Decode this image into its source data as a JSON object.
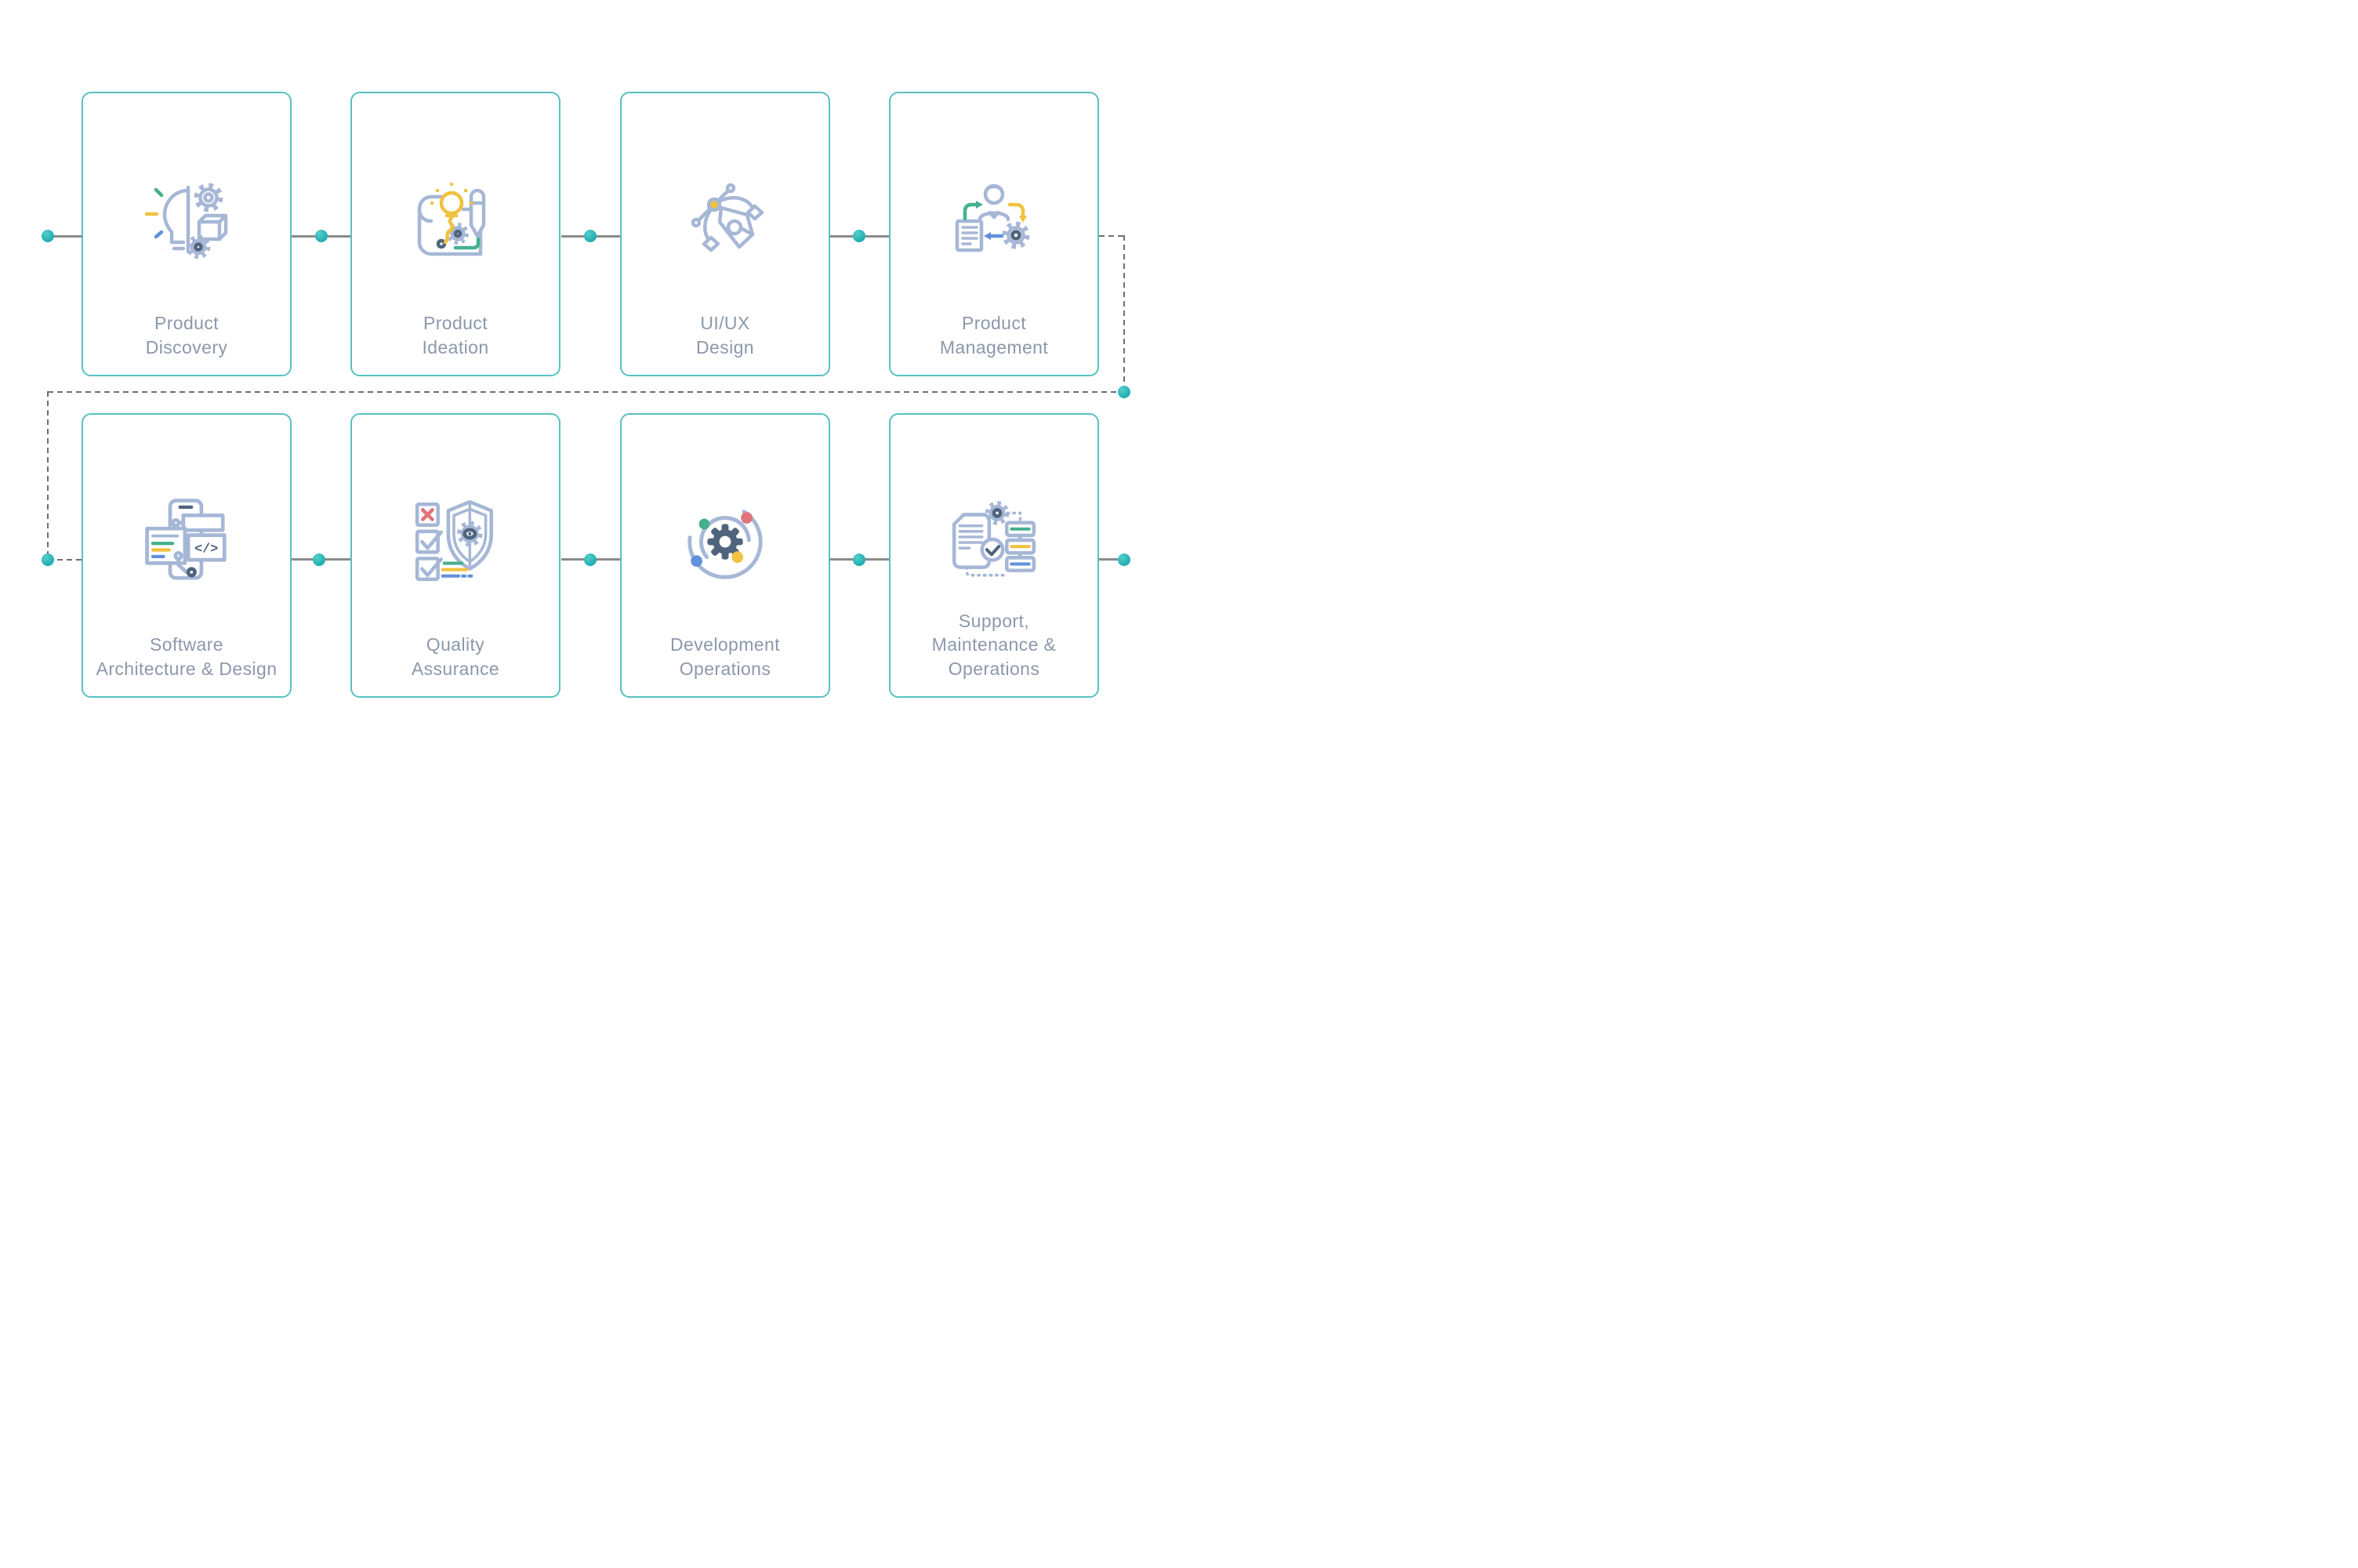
{
  "diagram": {
    "cards": [
      {
        "label": "Product\nDiscovery",
        "icon": "product-discovery-icon"
      },
      {
        "label": "Product\nIdeation",
        "icon": "product-ideation-icon"
      },
      {
        "label": "UI/UX\nDesign",
        "icon": "ui-ux-design-icon"
      },
      {
        "label": "Product\nManagement",
        "icon": "product-management-icon"
      },
      {
        "label": "Software\nArchitecture & Design",
        "icon": "software-architecture-icon"
      },
      {
        "label": "Quality\nAssurance",
        "icon": "quality-assurance-icon"
      },
      {
        "label": "Development\nOperations",
        "icon": "development-operations-icon"
      },
      {
        "label": "Support,\nMaintenance &\nOperations",
        "icon": "support-maintenance-icon"
      }
    ],
    "icon_glyphs": {
      "code": "</>"
    },
    "colors": {
      "card_border": "#58c1c1",
      "node_dot": "#23afb4",
      "connector": "#8b8b8b",
      "dashed": "#6f6f6f",
      "label_text": "#8c98ab",
      "icon_stroke": "#a6b7d6",
      "icon_dark": "#4f647c",
      "accent_yellow": "#f0c23f",
      "accent_green": "#44b08e",
      "accent_blue": "#6191da",
      "accent_red": "#e0737c"
    }
  }
}
